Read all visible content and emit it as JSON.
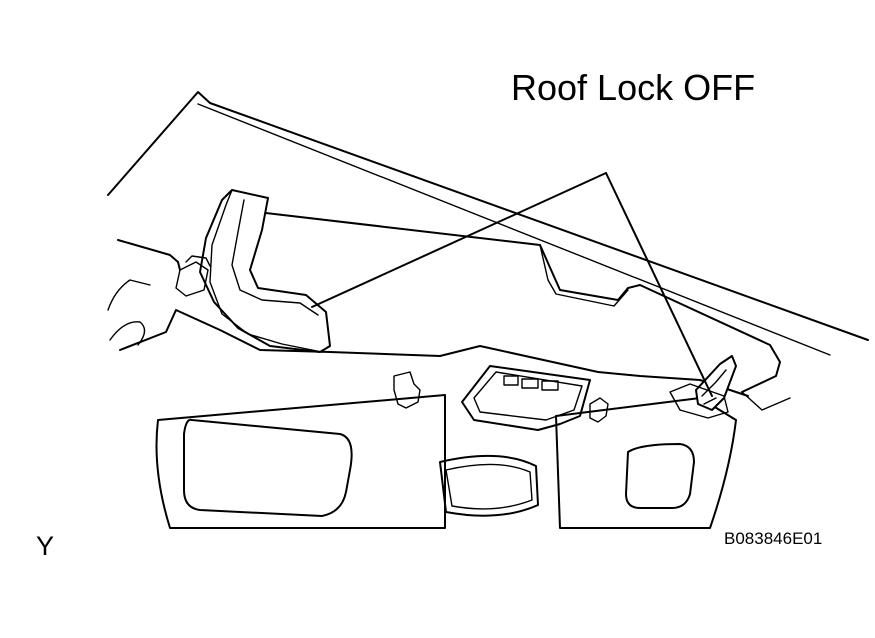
{
  "diagram": {
    "callout_label": "Roof Lock OFF",
    "view_letter": "Y",
    "figure_code": "B083846E01"
  }
}
